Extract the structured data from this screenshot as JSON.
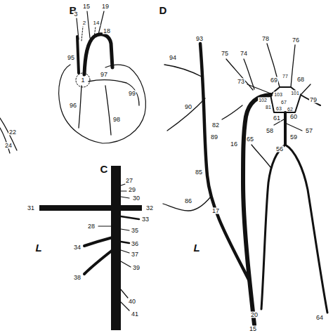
{
  "diagram": {
    "labels": [
      "B",
      "C",
      "D",
      "L",
      "L",
      "22",
      "24",
      "15",
      "3",
      "19",
      "2",
      "14",
      "18",
      "95",
      "1",
      "97",
      "99",
      "96",
      "98",
      "27",
      "29",
      "30",
      "31",
      "32",
      "33",
      "28",
      "35",
      "34",
      "36",
      "37",
      "38",
      "39",
      "40",
      "41",
      "94",
      "93",
      "75",
      "74",
      "78",
      "76",
      "73",
      "69",
      "77",
      "68",
      "102",
      "103",
      "101",
      "67",
      "81",
      "63",
      "79",
      "90",
      "89",
      "82",
      "16",
      "61",
      "60",
      "62",
      "58",
      "59",
      "57",
      "65",
      "56",
      "85",
      "86",
      "17",
      "20",
      "15",
      "64"
    ]
  }
}
